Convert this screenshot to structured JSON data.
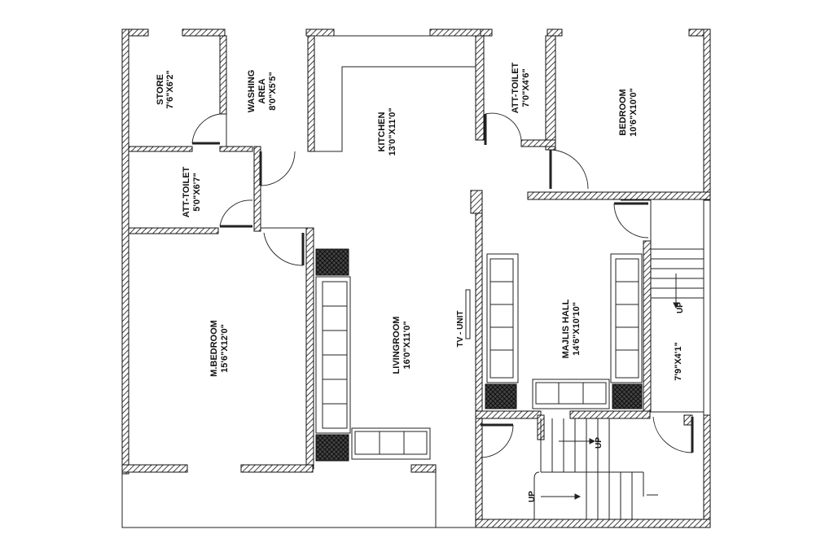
{
  "rooms": {
    "store": {
      "name": "STORE",
      "size": "7'6\"X6'2\""
    },
    "washing": {
      "name1": "WASHING",
      "name2": "AREA",
      "size": "8'0\"X5'5\""
    },
    "kitchen": {
      "name": "KITCHEN",
      "size": "13'0\"X11'0\""
    },
    "att_toilet_top": {
      "name": "ATT-TOILET",
      "size": "7'0\"X4'6\""
    },
    "bedroom": {
      "name": "BEDROOM",
      "size": "10'6\"X10'0\""
    },
    "att_toilet_left": {
      "name": "ATT-TOILET",
      "size": "5'0\"X6'7\""
    },
    "master_bedroom": {
      "name": "M.BEDROOM",
      "size": "15'6\"X12'0\""
    },
    "livingroom": {
      "name": "LIVINGROOM",
      "size": "16'0\"X11'0\""
    },
    "majlis": {
      "name": "MAJLIS HALL",
      "size": "14'6\"X10'10\""
    },
    "stair_landing": {
      "size": "7'9\"X4'1\""
    }
  },
  "tv_unit": "TV - UNIT",
  "stair_labels": [
    "UP",
    "UP",
    "UP"
  ]
}
